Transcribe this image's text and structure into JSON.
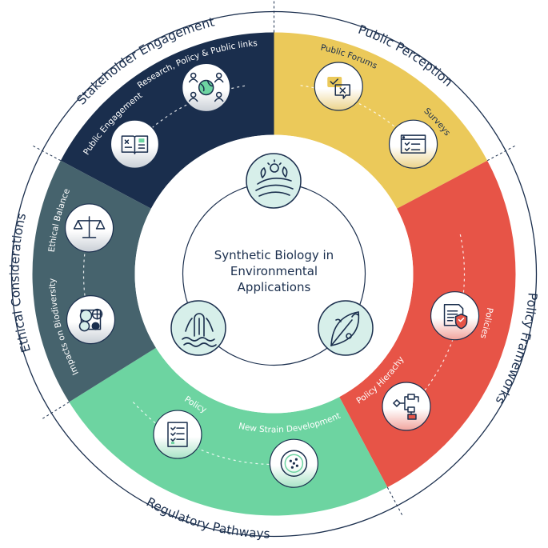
{
  "center": {
    "lines": [
      "Synthetic Biology in",
      "Environmental",
      "Applications"
    ]
  },
  "segments": [
    {
      "key": "stakeholder",
      "color": "#1a2e4d",
      "items": [
        "Research, Policy & Public links",
        "Public Engagement"
      ]
    },
    {
      "key": "public",
      "color": "#ebc95a",
      "items": [
        "Public Forums",
        "Surveys"
      ]
    },
    {
      "key": "policy",
      "color": "#e75447",
      "items": [
        "Policies",
        "Policy Hierachy"
      ]
    },
    {
      "key": "regulatory",
      "color": "#6dd4a1",
      "items": [
        "New Strain Development",
        "Policy"
      ]
    },
    {
      "key": "ethical",
      "color": "#46636d",
      "items": [
        "Impacts on Biodiversity",
        "Ethical Balance"
      ]
    }
  ],
  "outer_labels": {
    "stakeholder": "Stakeholder Engagement",
    "public": "Public Perception",
    "policy": "Policy Frameworks",
    "regulatory": "Regulatory Pathways",
    "ethical": "Ethical Considerations"
  },
  "icons": {
    "inner": [
      "agriculture-icon",
      "water-treatment-icon",
      "leaf-microbe-icon"
    ],
    "items": {
      "research": "people-globe-icon",
      "engagement": "book-icon",
      "forums": "chat-bubbles-icon",
      "surveys": "survey-form-icon",
      "policies": "document-shield-icon",
      "hierarchy": "flowchart-icon",
      "strain": "petri-dish-icon",
      "policy": "checklist-icon",
      "biodiversity": "biodiversity-icon",
      "balance": "scales-icon"
    }
  },
  "colors": {
    "navy": "#1a2e4d",
    "yellow": "#ebc95a",
    "red": "#e75447",
    "green": "#6dd4a1",
    "slate": "#46636d",
    "icon_bg": "#d7efea",
    "icon_stroke": "#1a2e4d"
  }
}
